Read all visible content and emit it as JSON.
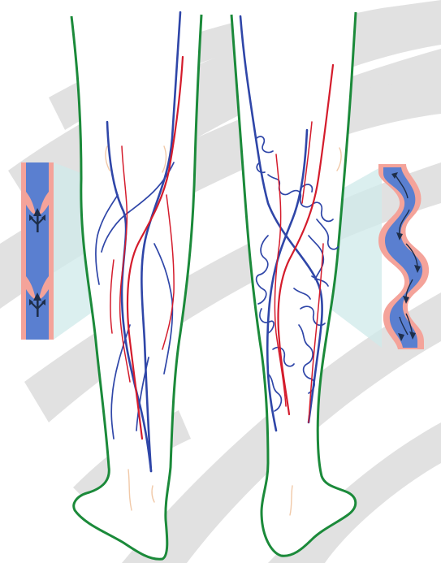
{
  "colors": {
    "background_swirl": "#c9c9c9",
    "leg_outline": "#1b8a3a",
    "vein_blue": "#2f46a8",
    "artery_red": "#d41c2c",
    "vessel_wall": "#f4a39a",
    "blood_fill": "#5a7fd0",
    "callout_beam": "#cfe9ea",
    "valve_arrow": "#1e2e4a",
    "skin_detail": "#f1c9a8"
  },
  "panels": {
    "healthy_vein": {
      "description_visible": "",
      "valves": 2
    },
    "varicose_vein": {
      "description_visible": "",
      "flow_arrows": 6
    }
  },
  "legs": {
    "left": {
      "state": "healthy"
    },
    "right": {
      "state": "varicose"
    }
  }
}
